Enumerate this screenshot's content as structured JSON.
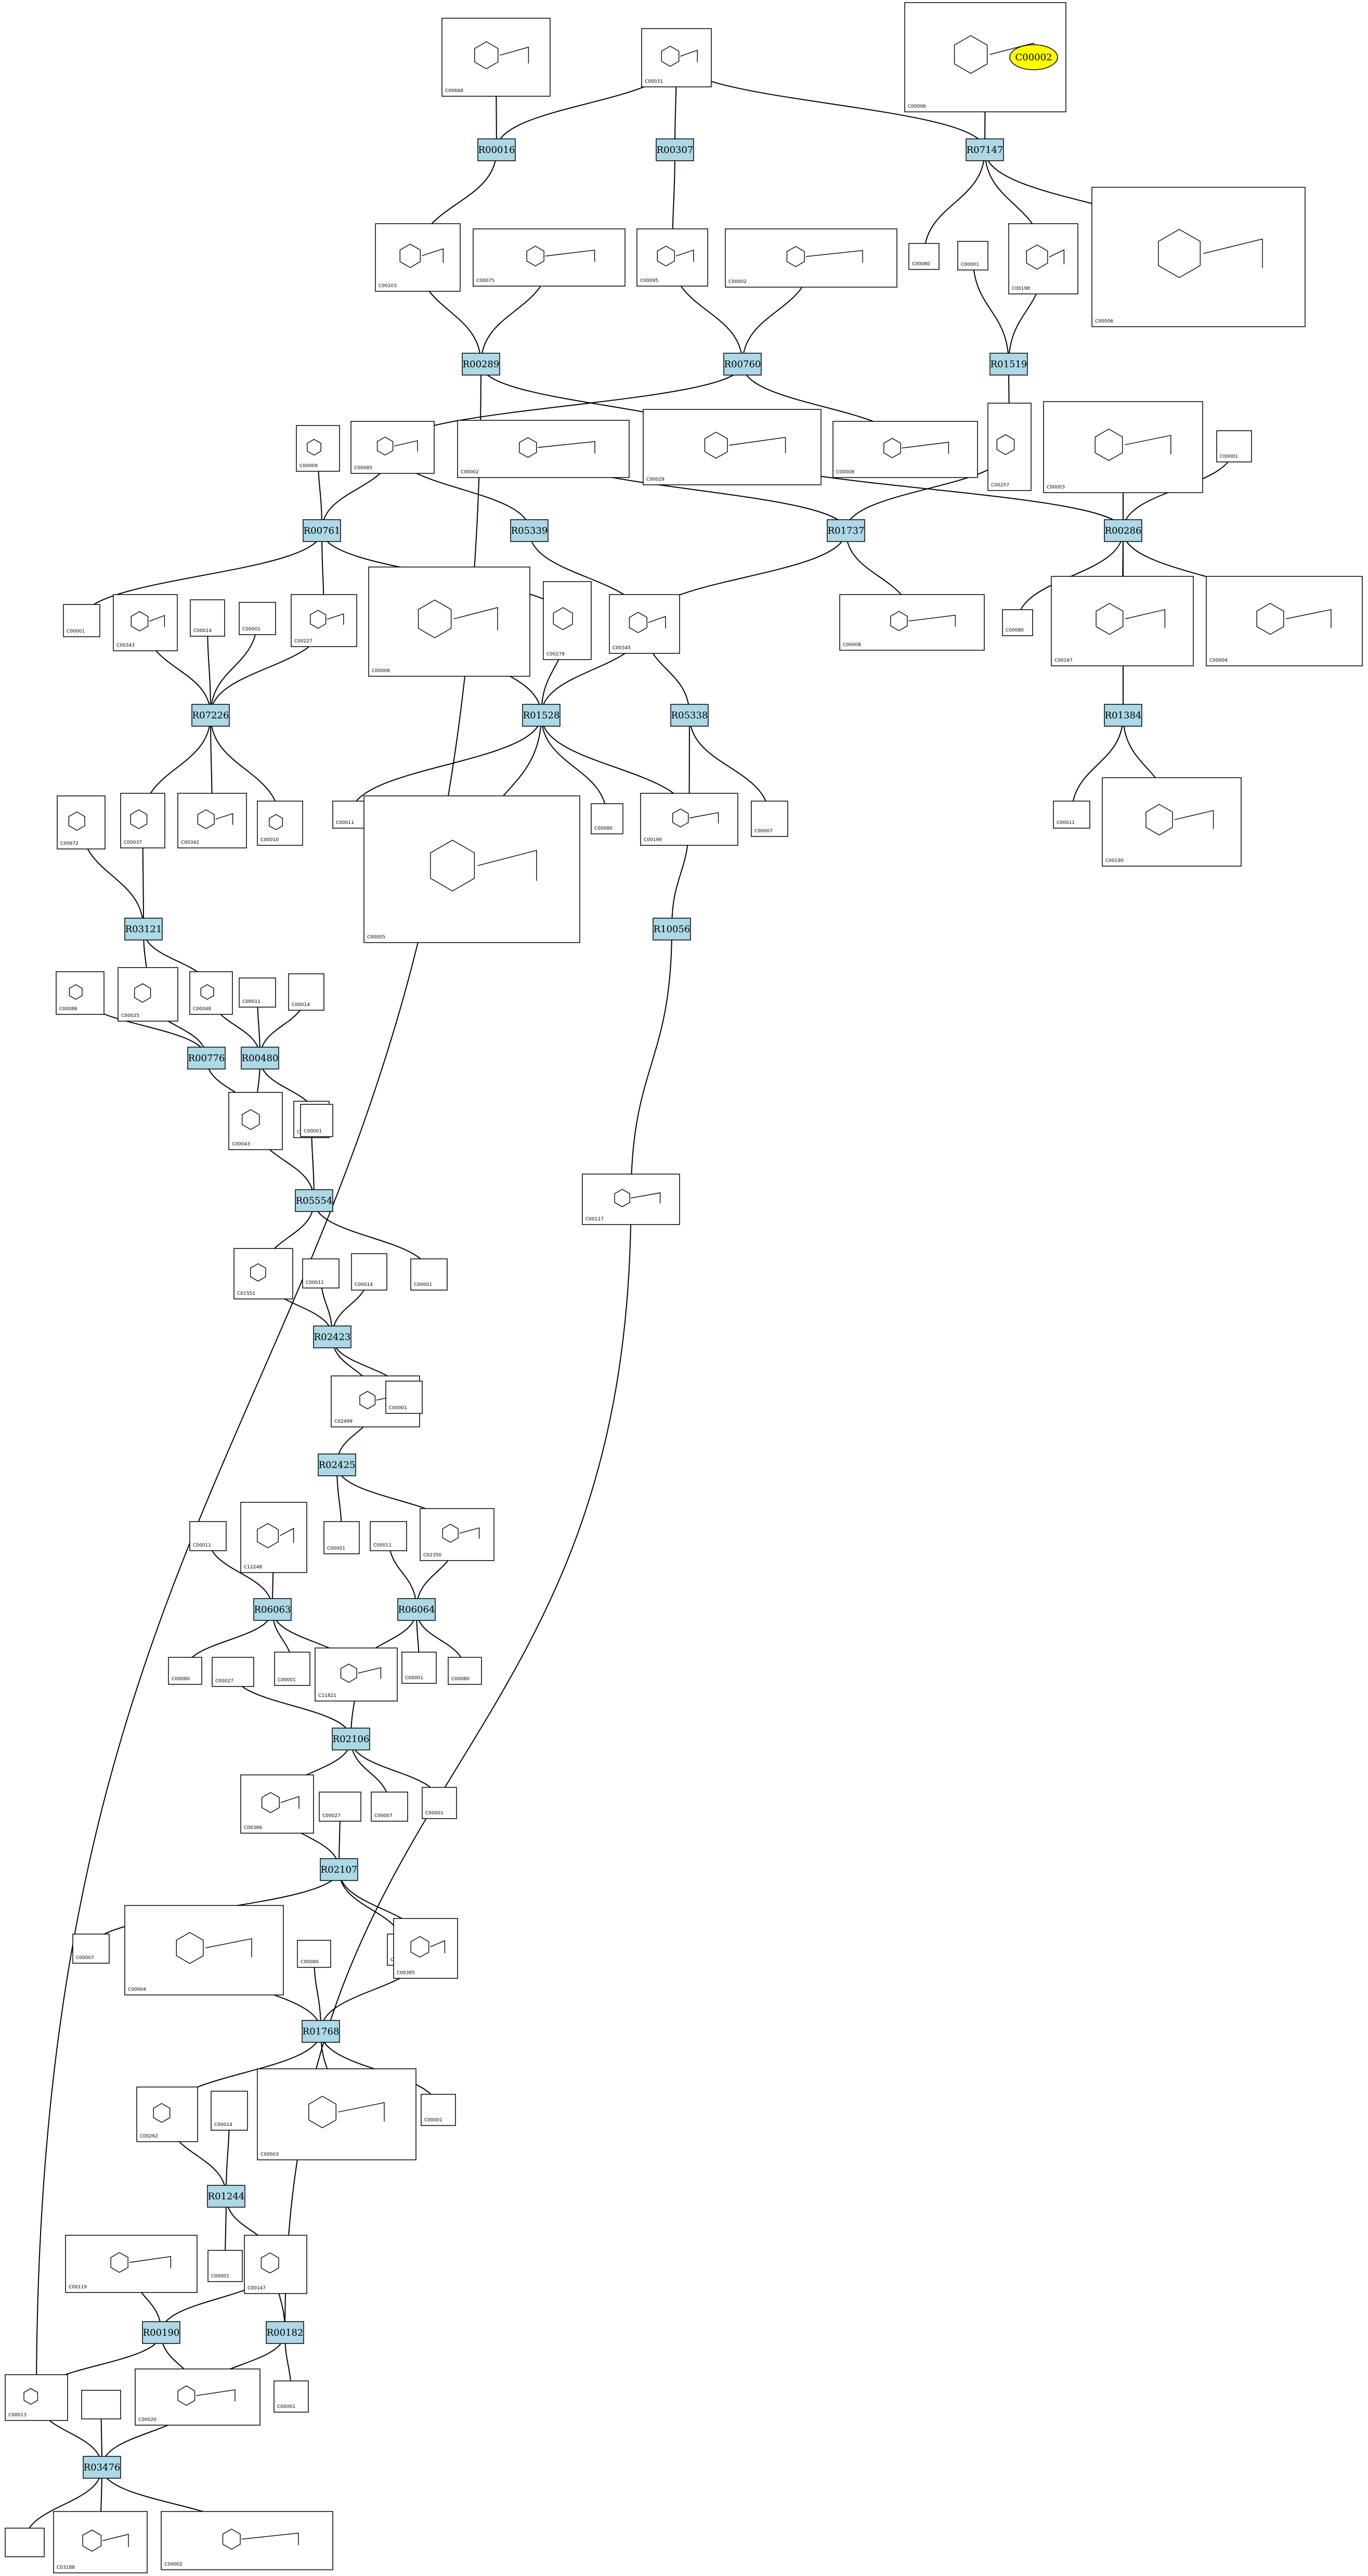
{
  "reactions": [
    {
      "id": "R00016",
      "label": "R00016"
    },
    {
      "id": "R00307",
      "label": "R00307"
    },
    {
      "id": "R07147",
      "label": "R07147"
    },
    {
      "id": "R00289",
      "label": "R00289"
    },
    {
      "id": "R00760",
      "label": "R00760"
    },
    {
      "id": "R01519",
      "label": "R01519"
    },
    {
      "id": "R00761",
      "label": "R00761"
    },
    {
      "id": "R05339",
      "label": "R05339"
    },
    {
      "id": "R01737",
      "label": "R01737"
    },
    {
      "id": "R00286",
      "label": "R00286"
    },
    {
      "id": "R07226",
      "label": "R07226"
    },
    {
      "id": "R01528",
      "label": "R01528"
    },
    {
      "id": "R05338",
      "label": "R05338"
    },
    {
      "id": "R01384",
      "label": "R01384"
    },
    {
      "id": "R03121",
      "label": "R03121"
    },
    {
      "id": "R10056",
      "label": "R10056"
    },
    {
      "id": "R00776",
      "label": "R00776"
    },
    {
      "id": "R00480",
      "label": "R00480"
    },
    {
      "id": "R05554",
      "label": "R05554"
    },
    {
      "id": "R02423",
      "label": "R02423"
    },
    {
      "id": "R02425",
      "label": "R02425"
    },
    {
      "id": "R06063",
      "label": "R06063"
    },
    {
      "id": "R06064",
      "label": "R06064"
    },
    {
      "id": "R02106",
      "label": "R02106"
    },
    {
      "id": "R02107",
      "label": "R02107"
    },
    {
      "id": "R01768",
      "label": "R01768"
    },
    {
      "id": "R01244",
      "label": "R01244"
    },
    {
      "id": "R00190",
      "label": "R00190"
    },
    {
      "id": "R00182",
      "label": "R00182"
    },
    {
      "id": "R03476",
      "label": "R03476"
    }
  ],
  "compounds": [
    {
      "key": "c00668",
      "label": "C00668"
    },
    {
      "key": "c00031",
      "label": "C00031"
    },
    {
      "key": "c00006_top",
      "label": "C00006"
    },
    {
      "key": "c00103",
      "label": "C00103"
    },
    {
      "key": "c00075",
      "label": "C00075"
    },
    {
      "key": "c00095",
      "label": "C00095"
    },
    {
      "key": "c00002_a",
      "label": "C00002"
    },
    {
      "key": "c00080_a",
      "label": "C00080"
    },
    {
      "key": "c00001_a",
      "label": "C00001"
    },
    {
      "key": "c00198",
      "label": "C00198"
    },
    {
      "key": "c00006_b",
      "label": "C00006"
    },
    {
      "key": "c00029",
      "label": "C00029"
    },
    {
      "key": "c00008_a",
      "label": "C00008"
    },
    {
      "key": "c00257",
      "label": "C00257"
    },
    {
      "key": "c00003_a",
      "label": "C00003"
    },
    {
      "key": "c00001_b",
      "label": "C00001"
    },
    {
      "key": "c00009_a",
      "label": "C00009"
    },
    {
      "key": "c00085",
      "label": "C00085"
    },
    {
      "key": "c00002_b",
      "label": "C00002"
    },
    {
      "key": "c00001_c",
      "label": "C00001"
    },
    {
      "key": "c00343",
      "label": "C00343"
    },
    {
      "key": "c00014_a",
      "label": "C00014"
    },
    {
      "key": "c00001_d",
      "label": "C00001"
    },
    {
      "key": "c00227",
      "label": "C00227"
    },
    {
      "key": "c00006_c",
      "label": "C00006"
    },
    {
      "key": "c00279",
      "label": "C00279"
    },
    {
      "key": "c00345",
      "label": "C00345"
    },
    {
      "key": "c00008_b",
      "label": "C00008"
    },
    {
      "key": "c00080_b",
      "label": "C00080"
    },
    {
      "key": "c00167",
      "label": "C00167"
    },
    {
      "key": "c00004_a",
      "label": "C00004"
    },
    {
      "key": "c00011_a",
      "label": "C00011"
    },
    {
      "key": "c00005",
      "label": "C00005"
    },
    {
      "key": "c00080_c",
      "label": "C00080"
    },
    {
      "key": "c00199",
      "label": "C00199"
    },
    {
      "key": "c00007_a",
      "label": "C00007"
    },
    {
      "key": "c00011_b",
      "label": "C00011"
    },
    {
      "key": "c00190",
      "label": "C00190"
    },
    {
      "key": "c00972",
      "label": "C00972"
    },
    {
      "key": "c00037",
      "label": "C00037"
    },
    {
      "key": "c00342",
      "label": "C00342"
    },
    {
      "key": "c00010",
      "label": "C00010"
    },
    {
      "key": "c00086",
      "label": "C00086"
    },
    {
      "key": "c00025",
      "label": "C00025"
    },
    {
      "key": "c00048",
      "label": "C00048"
    },
    {
      "key": "c00011_c",
      "label": "C00011"
    },
    {
      "key": "c00014_b",
      "label": "C00014"
    },
    {
      "key": "c00043",
      "label": "C00043"
    },
    {
      "key": "c00014_c",
      "label": "C00014"
    },
    {
      "key": "c00001_e",
      "label": "C00001"
    },
    {
      "key": "c00117",
      "label": "C00117"
    },
    {
      "key": "c01551",
      "label": "C01551"
    },
    {
      "key": "c00011_d",
      "label": "C00011"
    },
    {
      "key": "c00014_d",
      "label": "C00014"
    },
    {
      "key": "c00001_f",
      "label": "C00001"
    },
    {
      "key": "c02499",
      "label": "C02499"
    },
    {
      "key": "c00001_g",
      "label": "C00001"
    },
    {
      "key": "c00011_e",
      "label": "C00011"
    },
    {
      "key": "c12248",
      "label": "C12248"
    },
    {
      "key": "c00001_h",
      "label": "C00001"
    },
    {
      "key": "c00011_f",
      "label": "C00011"
    },
    {
      "key": "c02350",
      "label": "C02350"
    },
    {
      "key": "c00080_d",
      "label": "C00080"
    },
    {
      "key": "c00027",
      "label": "C00027"
    },
    {
      "key": "c00001_i",
      "label": "C00001"
    },
    {
      "key": "c11821",
      "label": "C11821"
    },
    {
      "key": "c00001_j",
      "label": "C00001"
    },
    {
      "key": "c00080_e",
      "label": "C00080"
    },
    {
      "key": "c00366",
      "label": "C00366"
    },
    {
      "key": "c00027_b",
      "label": "C00027"
    },
    {
      "key": "c00007_b",
      "label": "C00007"
    },
    {
      "key": "c00001_k",
      "label": "C00001"
    },
    {
      "key": "c00007_c",
      "label": "C00007"
    },
    {
      "key": "c00004_b",
      "label": "C00004"
    },
    {
      "key": "c00080_f",
      "label": "C00080"
    },
    {
      "key": "c00001_l",
      "label": "C00001"
    },
    {
      "key": "c00385",
      "label": "C00385"
    },
    {
      "key": "c00262",
      "label": "C00262"
    },
    {
      "key": "c00014_e",
      "label": "C00014"
    },
    {
      "key": "c00003_b",
      "label": "C00003"
    },
    {
      "key": "c00001_m",
      "label": "C00001"
    },
    {
      "key": "c00119",
      "label": "C00119"
    },
    {
      "key": "c00001_n",
      "label": "C00001"
    },
    {
      "key": "c00147",
      "label": "C00147"
    },
    {
      "key": "c00020",
      "label": "C00020"
    },
    {
      "key": "c00001_o",
      "label": "C00001"
    },
    {
      "key": "c00013",
      "label": "C00013"
    },
    {
      "key": "c00105_a",
      "label": ""
    },
    {
      "key": "c00105_b",
      "label": ""
    },
    {
      "key": "c03188",
      "label": "C03188"
    },
    {
      "key": "c00002_c",
      "label": "C00002"
    }
  ],
  "legend": {
    "label": "C00002",
    "color": "#ffff00"
  }
}
